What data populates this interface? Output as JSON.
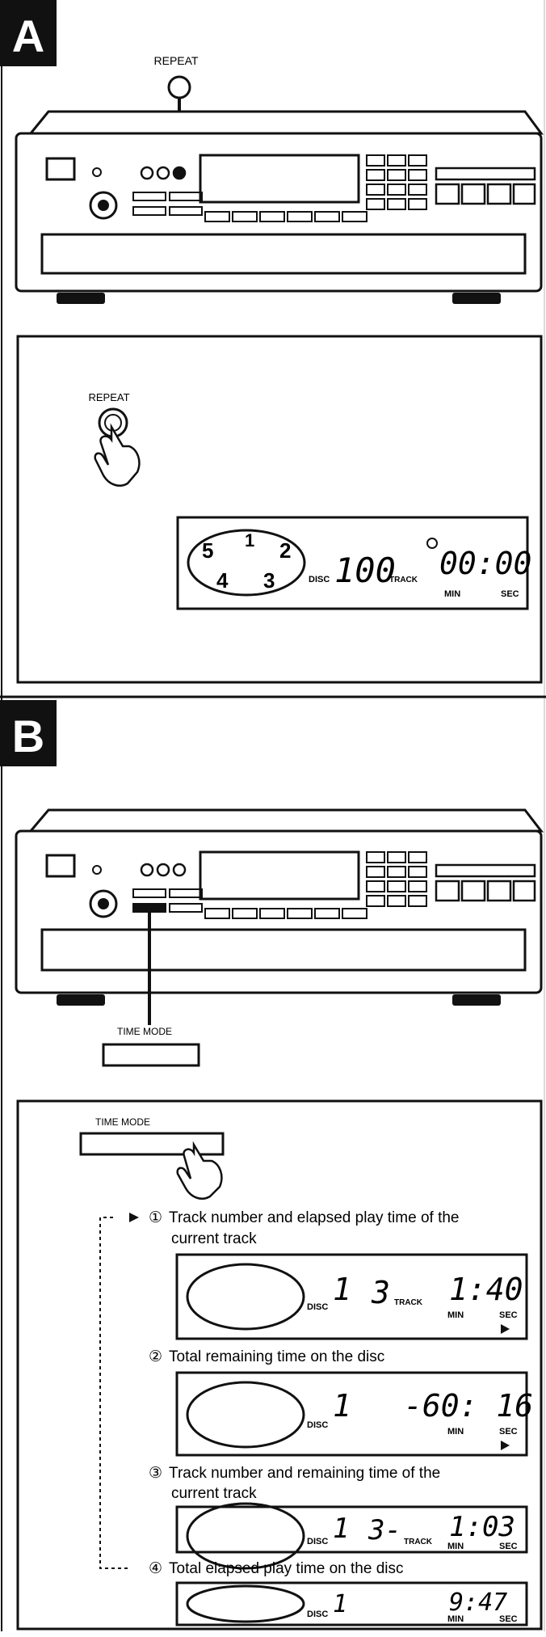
{
  "section_a": {
    "letter": "A",
    "repeat_label_top": "REPEAT",
    "repeat_label_panel": "REPEAT",
    "display": {
      "disc": "100",
      "time": "00:00",
      "disc_label": "DISC",
      "track_label": "TRACK",
      "min_label": "MIN",
      "sec_label": "SEC"
    },
    "tray_numbers": [
      "5",
      "1",
      "2",
      "4",
      "3"
    ]
  },
  "section_b": {
    "letter": "B",
    "time_mode_label_top": "TIME MODE",
    "time_mode_label_panel": "TIME MODE",
    "modes": [
      {
        "marker": "①",
        "desc_line1": "Track number and elapsed play time of the",
        "desc_line2": "current track",
        "disc": "1",
        "track": "3",
        "time": "1:40",
        "show_track_label": true
      },
      {
        "marker": "②",
        "desc_line1": "Total remaining time on the disc",
        "desc_line2": "",
        "disc": "1",
        "track": "",
        "time": "-60: 16",
        "show_track_label": false
      },
      {
        "marker": "③",
        "desc_line1": "Track number and remaining time of the",
        "desc_line2": "current track",
        "disc": "1",
        "track": "3-",
        "time": "1:03",
        "show_track_label": true
      },
      {
        "marker": "④",
        "desc_line1": "Total elapsed play time on the disc",
        "desc_line2": "",
        "disc": "1",
        "track": "",
        "time": "9:47",
        "show_track_label": false
      }
    ],
    "labels": {
      "disc": "DISC",
      "track": "TRACK",
      "min": "MIN",
      "sec": "SEC"
    }
  },
  "colors": {
    "ink": "#111111",
    "paper": "#ffffff",
    "letter_bg": "#111111"
  }
}
